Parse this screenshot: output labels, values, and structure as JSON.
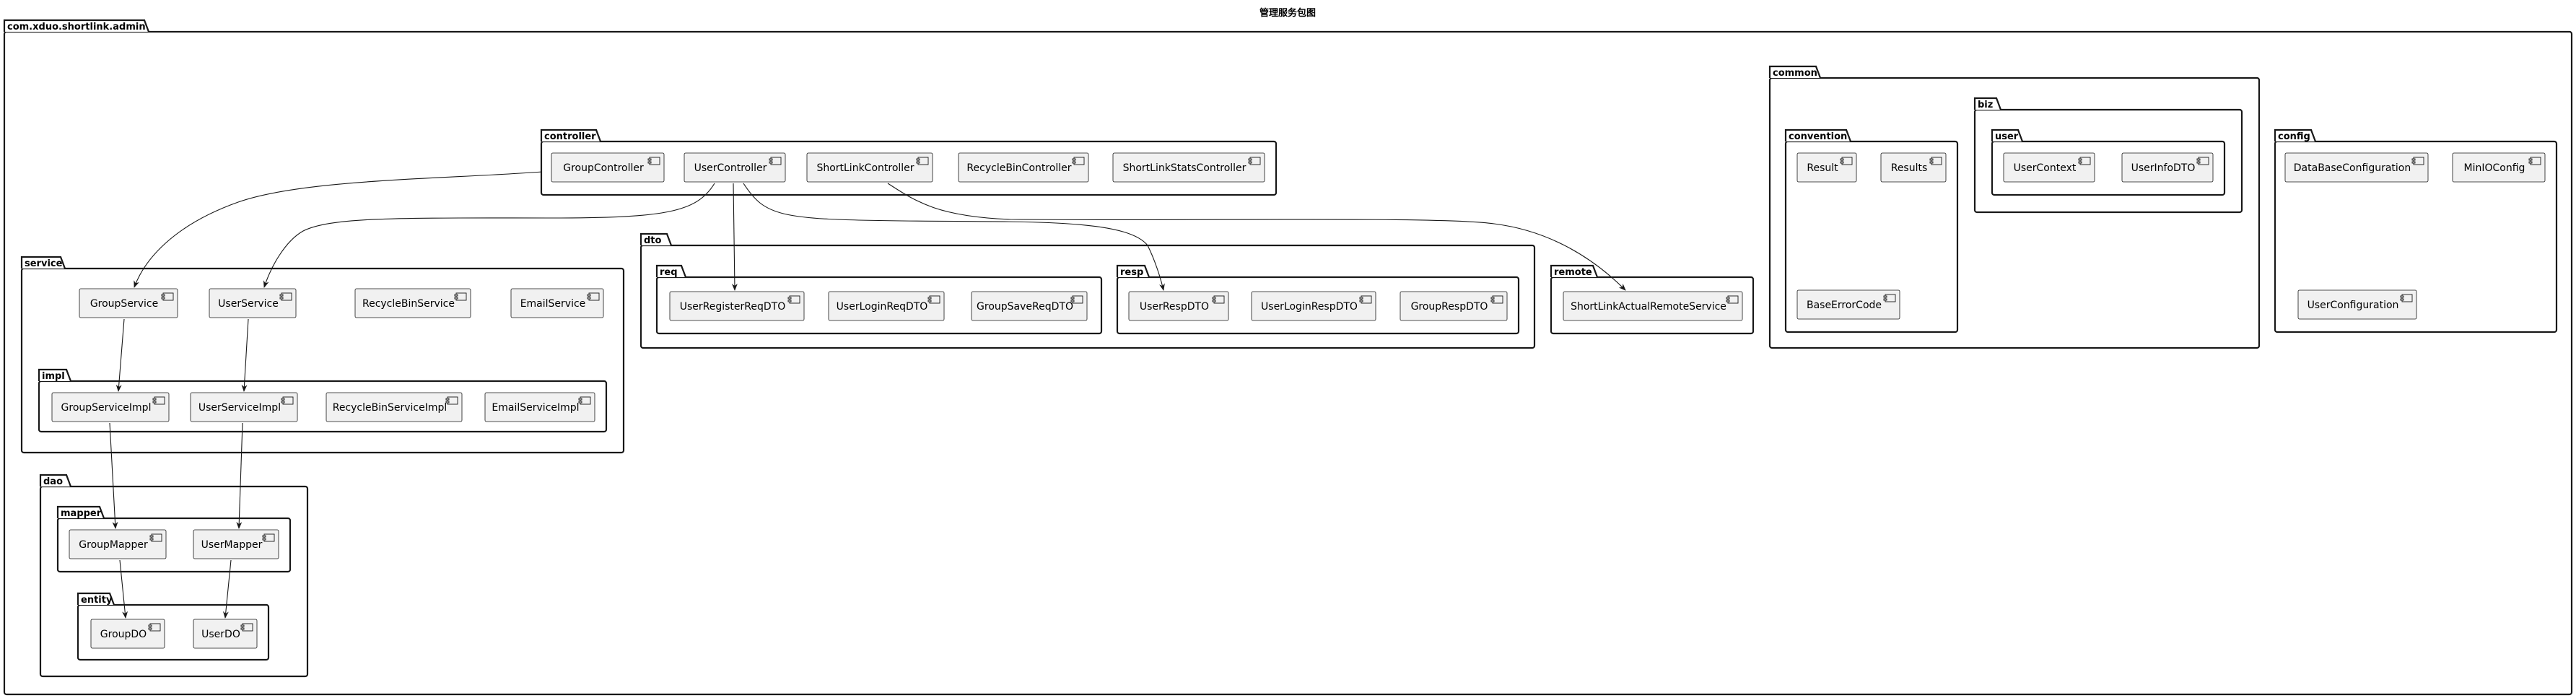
{
  "diagram": {
    "title": "管理服务包图",
    "packages": {
      "root": "com.xduo.shortlink.admin",
      "controller": "controller",
      "service": "service",
      "impl": "impl",
      "dao": "dao",
      "mapper": "mapper",
      "entity": "entity",
      "dto": "dto",
      "req": "req",
      "resp": "resp",
      "remote": "remote",
      "common": "common",
      "convention": "convention",
      "biz": "biz",
      "user": "user",
      "config": "config"
    },
    "components": {
      "GroupController": "GroupController",
      "UserController": "UserController",
      "ShortLinkController": "ShortLinkController",
      "RecycleBinController": "RecycleBinController",
      "ShortLinkStatsController": "ShortLinkStatsController",
      "GroupService": "GroupService",
      "UserService": "UserService",
      "RecycleBinService": "RecycleBinService",
      "EmailService": "EmailService",
      "GroupServiceImpl": "GroupServiceImpl",
      "UserServiceImpl": "UserServiceImpl",
      "RecycleBinServiceImpl": "RecycleBinServiceImpl",
      "EmailServiceImpl": "EmailServiceImpl",
      "GroupMapper": "GroupMapper",
      "UserMapper": "UserMapper",
      "GroupDO": "GroupDO",
      "UserDO": "UserDO",
      "UserRegisterReqDTO": "UserRegisterReqDTO",
      "UserLoginReqDTO": "UserLoginReqDTO",
      "GroupSaveReqDTO": "GroupSaveReqDTO",
      "UserRespDTO": "UserRespDTO",
      "UserLoginRespDTO": "UserLoginRespDTO",
      "GroupRespDTO": "GroupRespDTO",
      "ShortLinkActualRemoteService": "ShortLinkActualRemoteService",
      "Result": "Result",
      "Results": "Results",
      "BaseErrorCode": "BaseErrorCode",
      "UserContext": "UserContext",
      "UserInfoDTO": "UserInfoDTO",
      "DataBaseConfiguration": "DataBaseConfiguration",
      "MinIOConfig": "MinIOConfig",
      "UserConfiguration": "UserConfiguration"
    },
    "dependencies": [
      [
        "GroupController",
        "GroupService"
      ],
      [
        "UserController",
        "UserService"
      ],
      [
        "UserController",
        "UserRegisterReqDTO"
      ],
      [
        "UserController",
        "UserRespDTO"
      ],
      [
        "ShortLinkController",
        "ShortLinkActualRemoteService"
      ],
      [
        "GroupService",
        "GroupServiceImpl"
      ],
      [
        "UserService",
        "UserServiceImpl"
      ],
      [
        "GroupServiceImpl",
        "GroupMapper"
      ],
      [
        "UserServiceImpl",
        "UserMapper"
      ],
      [
        "GroupMapper",
        "GroupDO"
      ],
      [
        "UserMapper",
        "UserDO"
      ]
    ]
  }
}
